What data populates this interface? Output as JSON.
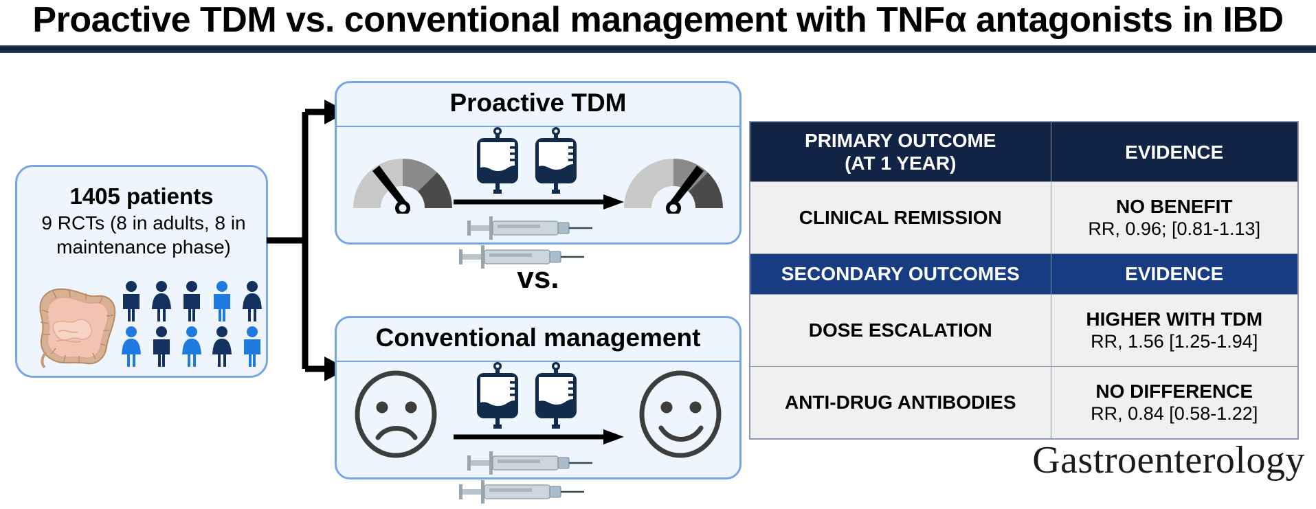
{
  "title": "Proactive TDM vs. conventional management with TNFα antagonists in IBD",
  "colors": {
    "primary_header_bg": "#112446",
    "secondary_header_bg": "#173c82",
    "row_bg": "#f0f0f0",
    "panel_bg": "#eff5fc",
    "panel_border": "#78a4e8",
    "rule": "#16233f",
    "person_dark": "#13315f",
    "person_light": "#1f7ae0",
    "iv_bag": "#132b4a",
    "gauge_light": "#c8c8c8",
    "gauge_mid": "#8a8a8a",
    "gauge_dark": "#4a4a4a"
  },
  "population": {
    "count_label": "1405 patients",
    "detail_label": "9 RCTs (8 in adults, 8 in maintenance phase)",
    "people_count": 10,
    "people_rows": [
      [
        "dark",
        "dark",
        "dark",
        "light",
        "dark"
      ],
      [
        "light",
        "dark",
        "light",
        "dark",
        "light"
      ]
    ],
    "people_genders": [
      [
        "male",
        "female",
        "male",
        "male",
        "female"
      ],
      [
        "female",
        "male",
        "female",
        "female",
        "male"
      ]
    ]
  },
  "arms": {
    "proactive": {
      "title": "Proactive TDM",
      "icons": [
        "gauge-low",
        "iv-bag",
        "iv-bag",
        "syringe",
        "syringe",
        "gauge-high"
      ],
      "gauge_left_value": "low",
      "gauge_right_value": "high"
    },
    "conventional": {
      "title": "Conventional management",
      "icons": [
        "sad-face",
        "iv-bag",
        "iv-bag",
        "syringe",
        "syringe",
        "happy-face"
      ],
      "face_left": "sad",
      "face_right": "happy"
    },
    "comparator_label": "vs."
  },
  "table": {
    "primary_header": {
      "outcome": "PRIMARY OUTCOME\n(AT 1 YEAR)",
      "outcome_line1": "PRIMARY OUTCOME",
      "outcome_line2": "(AT 1 YEAR)",
      "evidence": "EVIDENCE"
    },
    "primary_rows": [
      {
        "outcome": "CLINICAL REMISSION",
        "evidence_head": "NO BENEFIT",
        "evidence_sub": "RR, 0.96; [0.81-1.13]"
      }
    ],
    "secondary_header": {
      "outcome": "SECONDARY OUTCOMES",
      "evidence": "EVIDENCE"
    },
    "secondary_rows": [
      {
        "outcome": "DOSE ESCALATION",
        "evidence_head": "HIGHER WITH TDM",
        "evidence_sub": "RR, 1.56 [1.25-1.94]"
      },
      {
        "outcome": "ANTI-DRUG ANTIBODIES",
        "evidence_head": "NO DIFFERENCE",
        "evidence_sub": "RR, 0.84 [0.58-1.22]"
      }
    ]
  },
  "journal": {
    "logo_text": "Gastroenterology"
  }
}
